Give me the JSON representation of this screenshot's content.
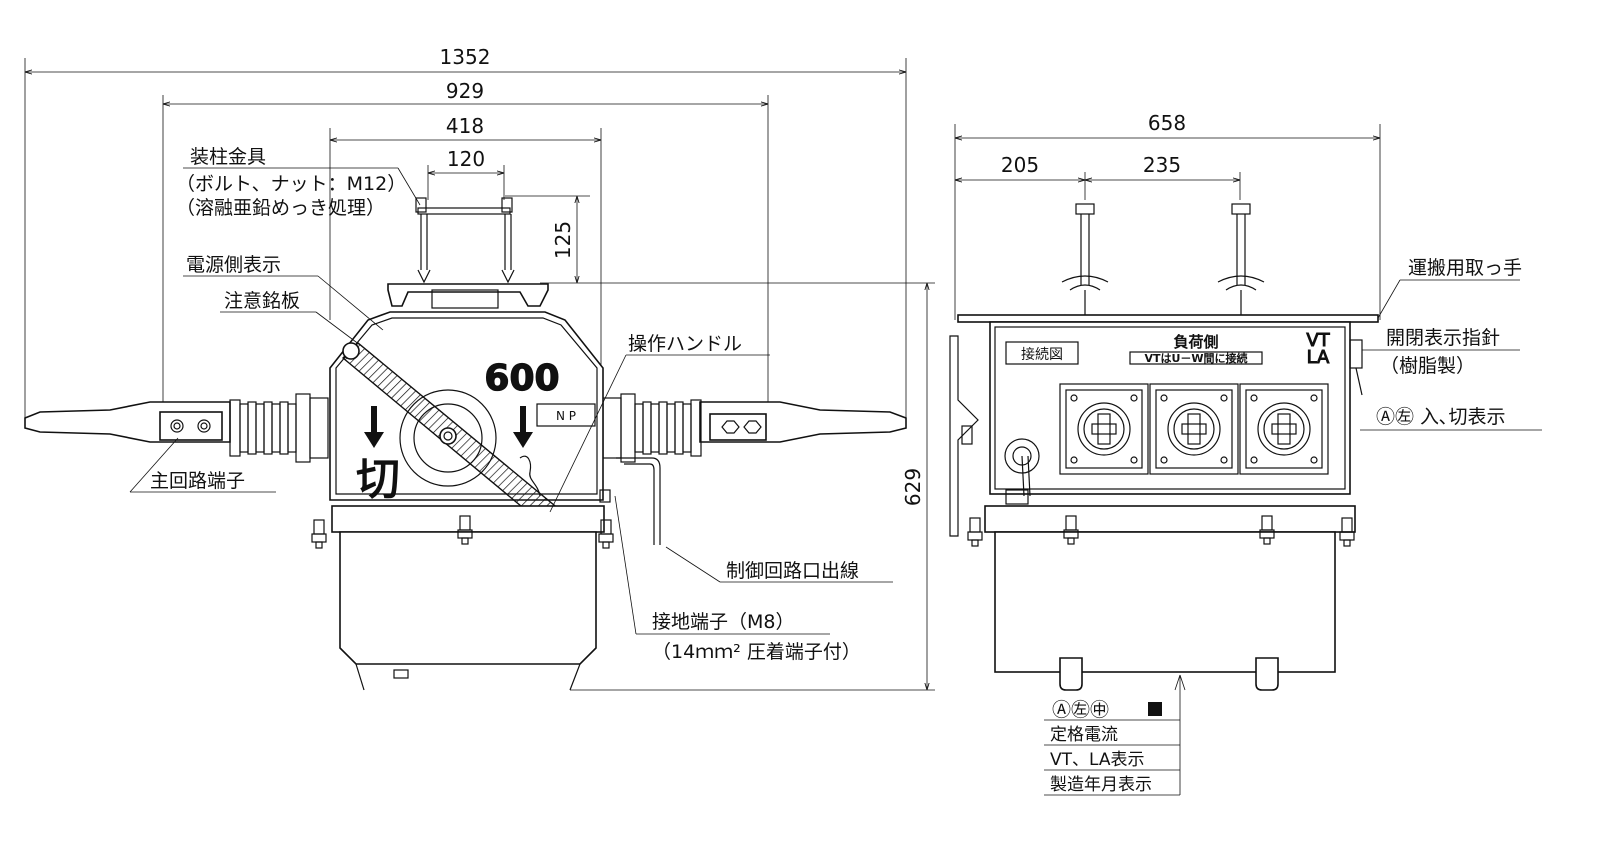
{
  "dimensions": {
    "overall_width": "1352",
    "bushing_span": "929",
    "body_width": "418",
    "bracket_spacing": "120",
    "bracket_height": "125",
    "total_height": "629",
    "side_width": "658",
    "side_left": "205",
    "side_bracket_spacing": "235"
  },
  "front_labels": {
    "pole_bracket": "装柱金具",
    "pole_bracket_note1": "（ボルト、ナット：M12）",
    "pole_bracket_note2": "（溶融亜鉛めっき処理）",
    "source_side": "電源側表示",
    "caution_plate": "注意銘板",
    "operating_handle": "操作ハンドル",
    "main_terminal": "主回路端子",
    "control_cable": "制御回路口出線",
    "ground_terminal": "接地端子（M8）",
    "ground_terminal_note": "（14ｍｍ² 圧着端子付）"
  },
  "panel_marks": {
    "rating": "600",
    "np_plate": "N P",
    "np_small": "NP",
    "off_mark": "切"
  },
  "side_labels": {
    "carry_handle": "運搬用取っ手",
    "indicator": "開閉表示指針",
    "indicator_note": "（樹脂製）",
    "on_off_display": "Ⓐ㊧ 入､切表示",
    "wiring_diagram": "接続図",
    "load_side": "負荷側",
    "vt_note": "VTはU－W間に接続",
    "vt_mark": "VT",
    "la_mark": "LA"
  },
  "nameplate": {
    "symbols": "Ⓐ㊧㊥",
    "rows": [
      "定格電流",
      "VT、LA表示",
      "製造年月表示"
    ]
  }
}
